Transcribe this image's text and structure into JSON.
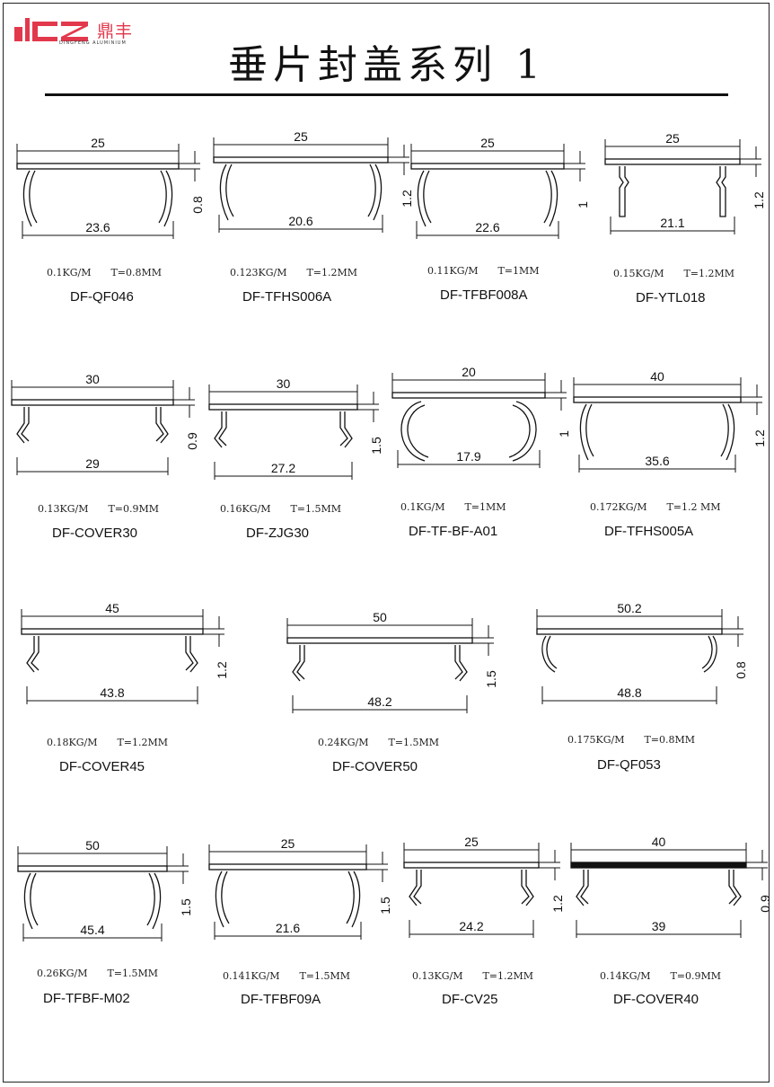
{
  "brand": {
    "logo_cn": "鼎丰",
    "logo_en": "DINGFENG ALUMINIUM",
    "accent_color": "#e2384c"
  },
  "title": "垂片封盖系列 1",
  "products": [
    {
      "model": "DF-QF046",
      "weight": "0.1KG/M",
      "thickness": "T=0.8MM",
      "width": "25",
      "inner": "23.6",
      "height": "0.8",
      "profile": "curl-out"
    },
    {
      "model": "DF-TFHS006A",
      "weight": "0.123KG/M",
      "thickness": "T=1.2MM",
      "width": "25",
      "inner": "20.6",
      "height": "1.2",
      "profile": "curl-out"
    },
    {
      "model": "DF-TFBF008A",
      "weight": "0.11KG/M",
      "thickness": "T=1MM",
      "width": "25",
      "inner": "22.6",
      "height": "1",
      "profile": "curl-out"
    },
    {
      "model": "DF-YTL018",
      "weight": "0.15KG/M",
      "thickness": "T=1.2MM",
      "width": "25",
      "inner": "21.1",
      "height": "1.2",
      "profile": "straight-leg"
    },
    {
      "model": "DF-COVER30",
      "weight": "0.13KG/M",
      "thickness": "T=0.9MM",
      "width": "30",
      "inner": "29",
      "height": "0.9",
      "profile": "clip"
    },
    {
      "model": "DF-ZJG30",
      "weight": "0.16KG/M",
      "thickness": "T=1.5MM",
      "width": "30",
      "inner": "27.2",
      "height": "1.5",
      "profile": "clip"
    },
    {
      "model": "DF-TF-BF-A01",
      "weight": "0.1KG/M",
      "thickness": "T=1MM",
      "width": "20",
      "inner": "17.9",
      "height": "1",
      "profile": "c-curl"
    },
    {
      "model": "DF-TFHS005A",
      "weight": "0.172KG/M",
      "thickness": "T=1.2 MM",
      "width": "40",
      "inner": "35.6",
      "height": "1.2",
      "profile": "curl-out"
    },
    {
      "model": "DF-COVER45",
      "weight": "0.18KG/M",
      "thickness": "T=1.2MM",
      "width": "45",
      "inner": "43.8",
      "height": "1.2",
      "profile": "clip"
    },
    {
      "model": "DF-COVER50",
      "weight": "0.24KG/M",
      "thickness": "T=1.5MM",
      "width": "50",
      "inner": "48.2",
      "height": "1.5",
      "profile": "clip"
    },
    {
      "model": "DF-QF053",
      "weight": "0.175KG/M",
      "thickness": "T=0.8MM",
      "width": "50.2",
      "inner": "48.8",
      "height": "0.8",
      "profile": "curl-in"
    },
    {
      "model": "DF-TFBF-M02",
      "weight": "0.26KG/M",
      "thickness": "T=1.5MM",
      "width": "50",
      "inner": "45.4",
      "height": "1.5",
      "profile": "curl-out"
    },
    {
      "model": "DF-TFBF09A",
      "weight": "0.141KG/M",
      "thickness": "T=1.5MM",
      "width": "25",
      "inner": "21.6",
      "height": "1.5",
      "profile": "curl-out"
    },
    {
      "model": "DF-CV25",
      "weight": "0.13KG/M",
      "thickness": "T=1.2MM",
      "width": "25",
      "inner": "24.2",
      "height": "1.2",
      "profile": "clip"
    },
    {
      "model": "DF-COVER40",
      "weight": "0.14KG/M",
      "thickness": "T=0.9MM",
      "width": "40",
      "inner": "39",
      "height": "0.9",
      "profile": "clip"
    }
  ]
}
